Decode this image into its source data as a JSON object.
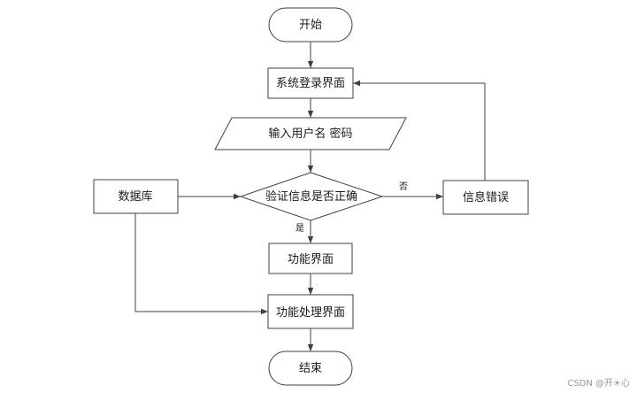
{
  "nodes": {
    "start": "开始",
    "login": "系统登录界面",
    "input": "输入用户名 密码",
    "database": "数据库",
    "verify": "验证信息是否正确",
    "error": "信息错误",
    "function": "功能界面",
    "process": "功能处理界面",
    "end": "结束"
  },
  "edges": {
    "yes": "是",
    "no": "否"
  },
  "watermark": "CSDN @开☀心"
}
